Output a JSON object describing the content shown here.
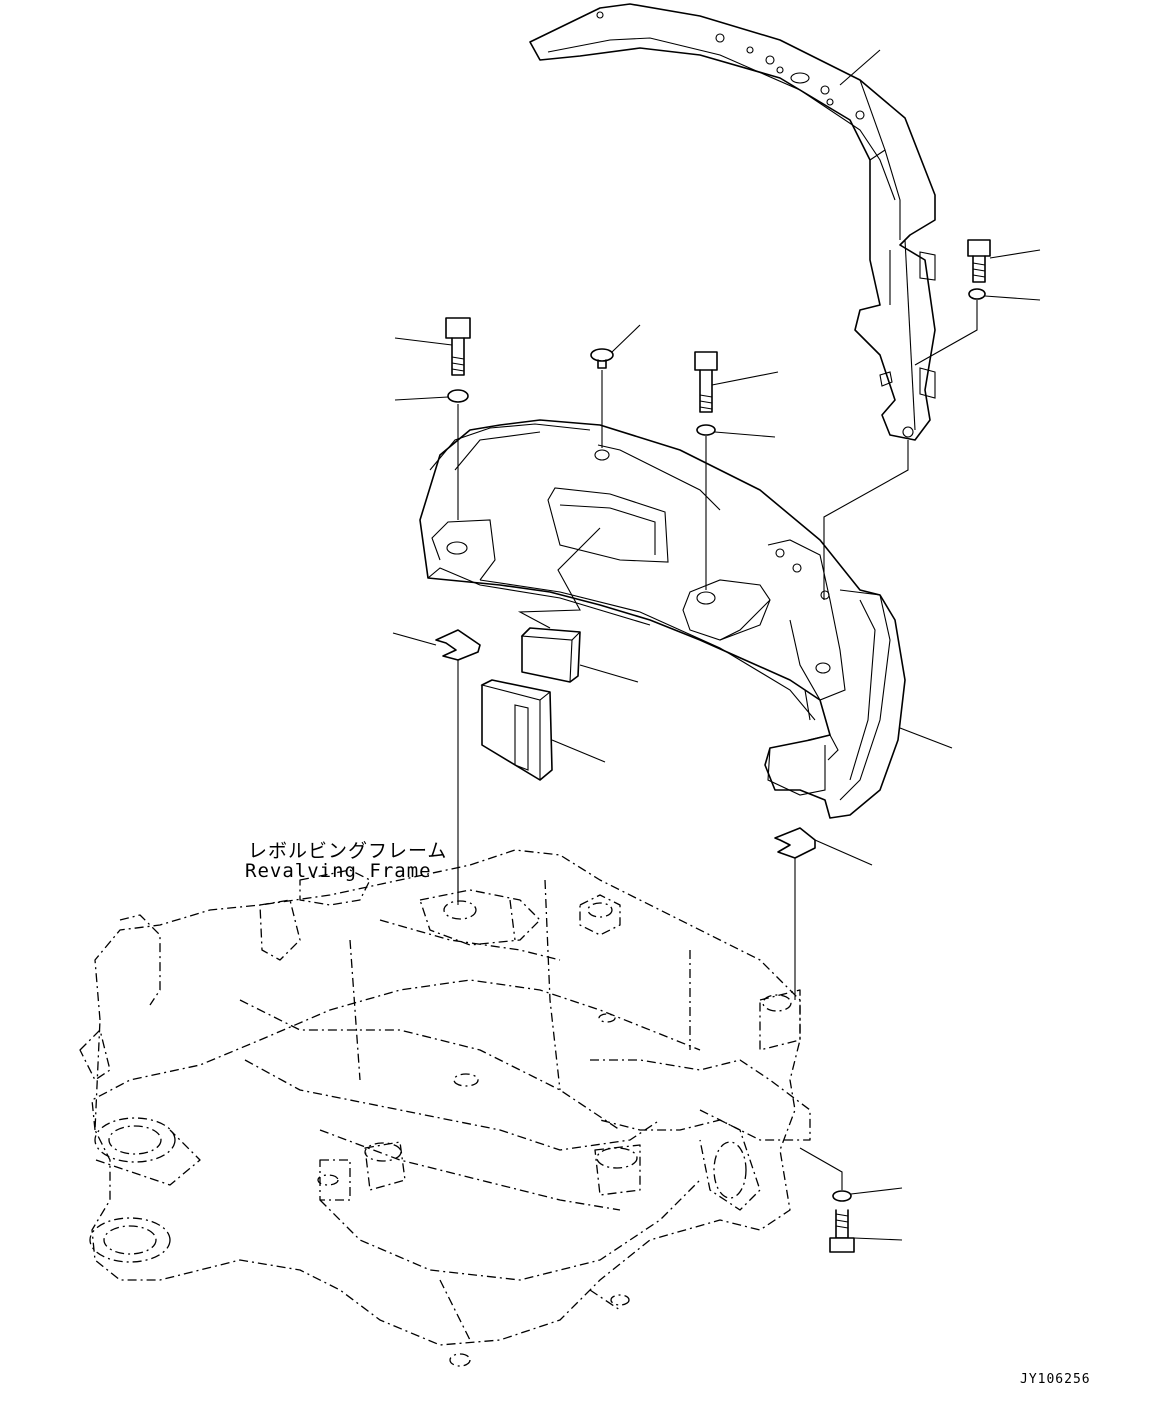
{
  "callout_labels": {
    "japanese": "レボルビングフレーム",
    "english": "Revalving Frame"
  },
  "drawing_code": "JY106256"
}
